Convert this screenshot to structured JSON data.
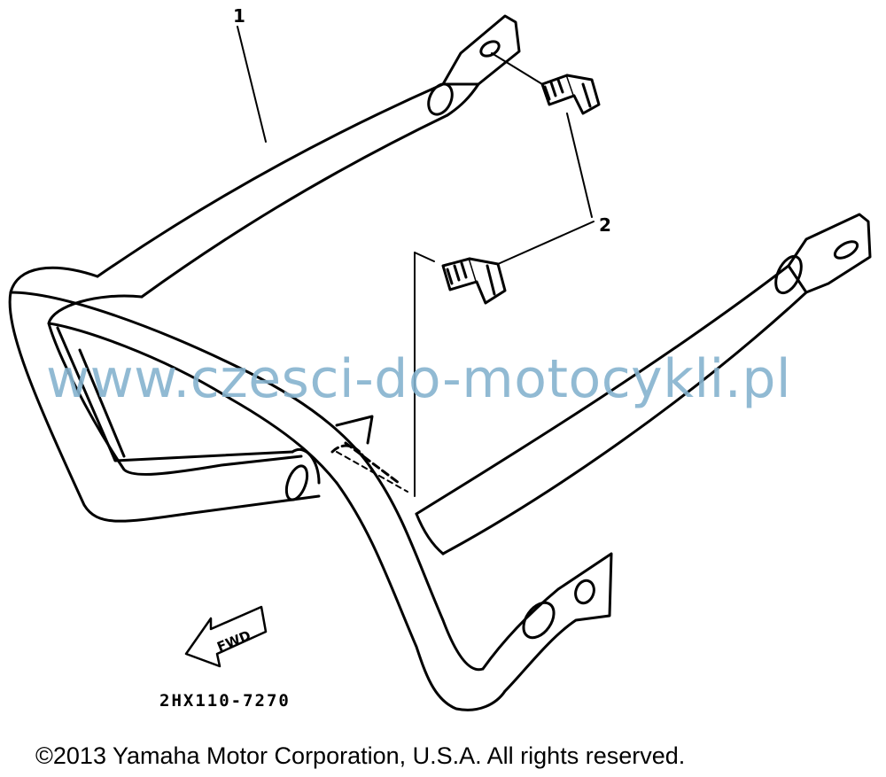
{
  "diagram": {
    "callouts": [
      {
        "label": "1"
      },
      {
        "label": "2"
      }
    ],
    "fwd_label": "FWD",
    "part_code": "2HX110-7270"
  },
  "watermark": "www.czesci-do-motocykli.pl",
  "copyright": "©2013 Yamaha Motor Corporation, U.S.A. All rights reserved."
}
